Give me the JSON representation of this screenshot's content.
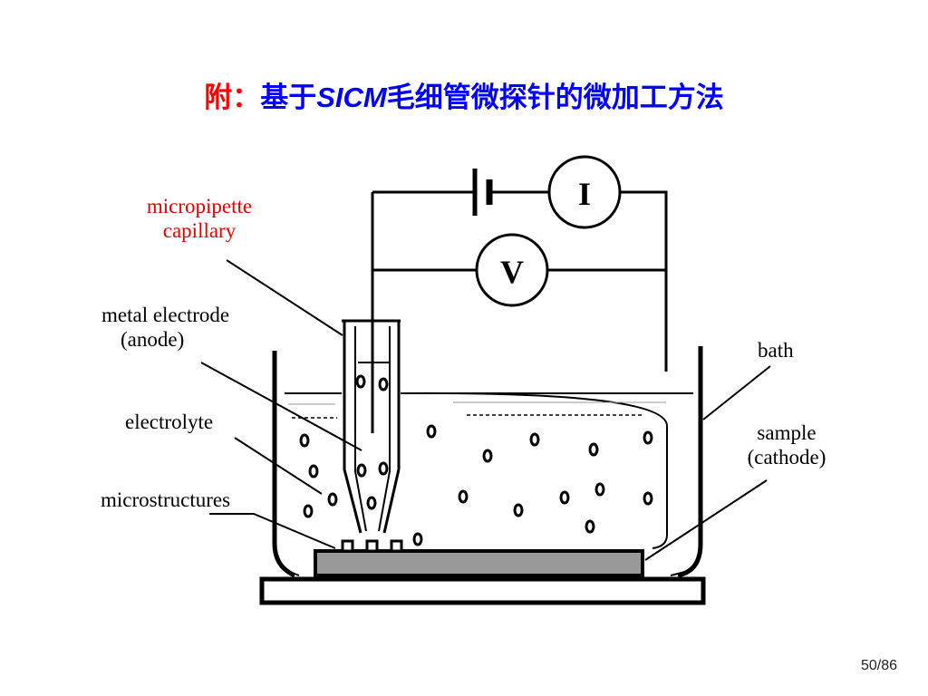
{
  "title": {
    "prefix": "附：",
    "part1": "基于",
    "latin": "SICM",
    "part2": "毛细管微探针的微加工方法"
  },
  "labels": {
    "micropipette_line1": "micropipette",
    "micropipette_line2": "capillary",
    "metal_electrode_line1": "metal electrode",
    "metal_electrode_line2": "(anode)",
    "electrolyte": "electrolyte",
    "microstructures": "microstructures",
    "bath": "bath",
    "sample_line1": "sample",
    "sample_line2": "(cathode)"
  },
  "meters": {
    "current": "I",
    "voltage": "V"
  },
  "page_number": "50/86",
  "colors": {
    "title_blue": "#0000ff",
    "title_red": "#ff0000",
    "label_red": "#e00000",
    "sample_gray": "#999999"
  }
}
